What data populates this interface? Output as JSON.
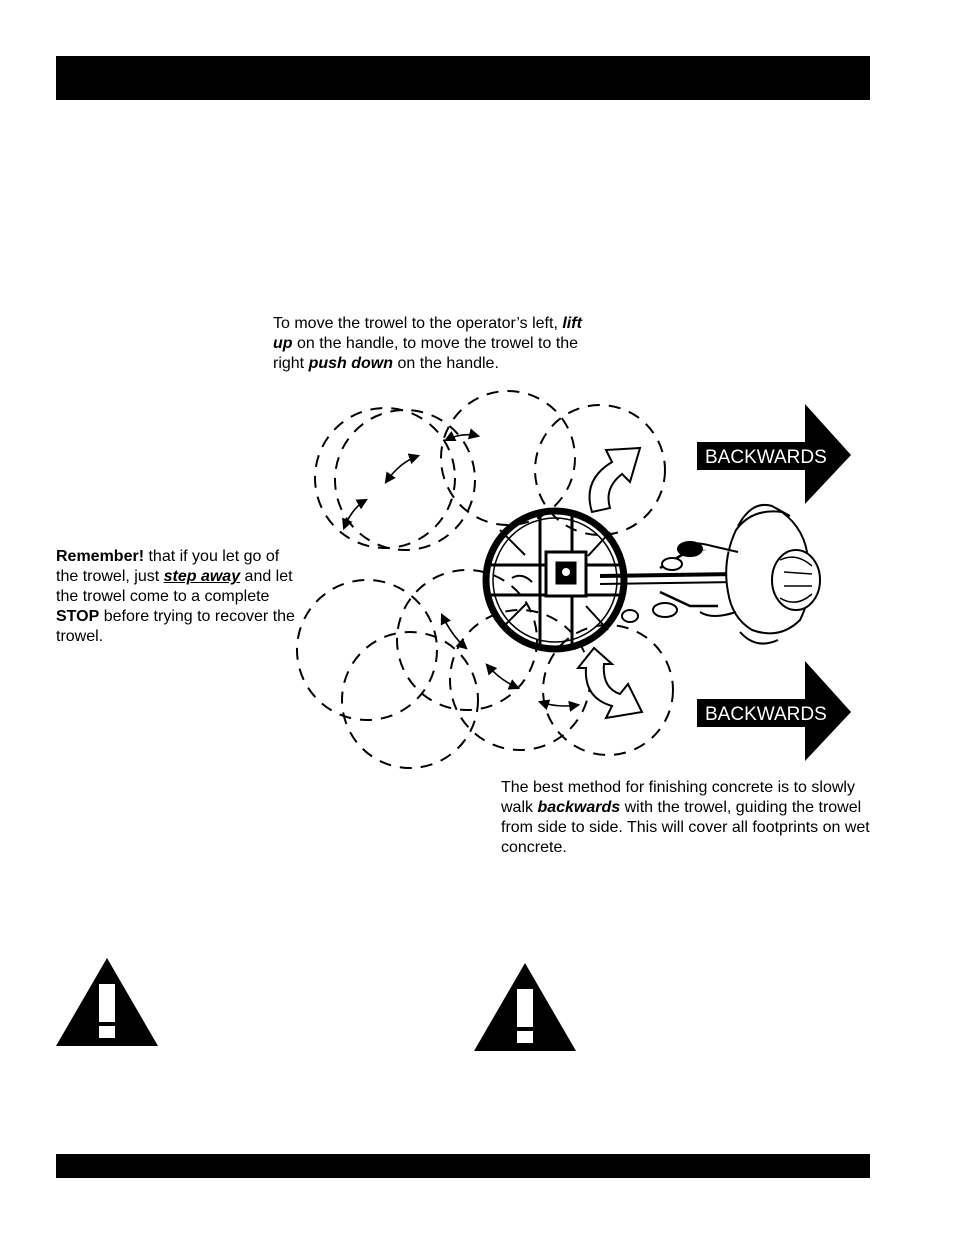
{
  "captions": {
    "top": {
      "t1": "To move the trowel to the operator’s left, ",
      "b1": "lift up",
      "t2": " on the handle, to move the trowel to the right ",
      "b2": "push down",
      "t3": " on the handle."
    },
    "left": {
      "b1": "Remember!",
      "t1": " that if you let go of the trowel, just ",
      "u1": "step away",
      "t2": " and let the trowel come to a complete ",
      "b2": "STOP",
      "t3": " before trying to recover the trowel."
    },
    "bottom": {
      "t1": "The best method for finishing concrete is to slowly walk ",
      "b1": "backwards",
      "t2": " with the trowel, guiding the trowel from side to side. This will cover all footprints on wet concrete."
    }
  },
  "arrows": {
    "upper_label": "BACKWARDS",
    "lower_label": "BACKWARDS"
  },
  "icons": {
    "warning_left": "warning-triangle-icon",
    "warning_right": "warning-triangle-icon"
  }
}
